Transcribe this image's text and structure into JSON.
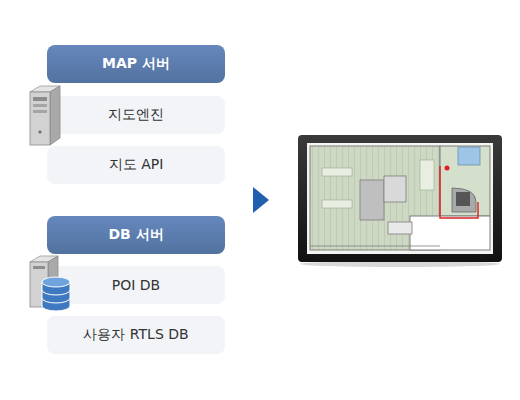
{
  "diagram": {
    "nodes": [
      {
        "text": [
          "MAP 서버"
        ]
      },
      {
        "text": [
          "지도엔진"
        ]
      },
      {
        "text": [
          "지도 API"
        ]
      },
      {
        "text": [
          "DB 서버"
        ]
      },
      {
        "text": [
          "POI DB"
        ]
      },
      {
        "text": [
          "사용자 RTLS DB"
        ]
      }
    ]
  }
}
